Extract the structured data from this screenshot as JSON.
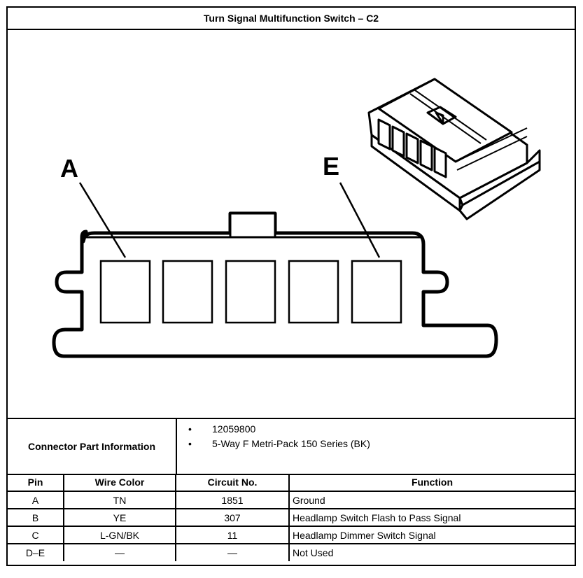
{
  "title": "Turn Signal Multifunction Switch – C2",
  "figure": {
    "pin_label_first": "A",
    "pin_label_last": "E"
  },
  "part_info": {
    "label": "Connector Part Information",
    "items": [
      "12059800",
      "5-Way F Metri-Pack 150 Series (BK)"
    ],
    "bullet": "•"
  },
  "table": {
    "headers": [
      "Pin",
      "Wire Color",
      "Circuit No.",
      "Function"
    ],
    "rows": [
      [
        "A",
        "TN",
        "1851",
        "Ground"
      ],
      [
        "B",
        "YE",
        "307",
        "Headlamp Switch Flash to Pass Signal"
      ],
      [
        "C",
        "L-GN/BK",
        "11",
        "Headlamp Dimmer Switch Signal"
      ],
      [
        "D–E",
        "—",
        "—",
        "Not Used"
      ]
    ]
  }
}
